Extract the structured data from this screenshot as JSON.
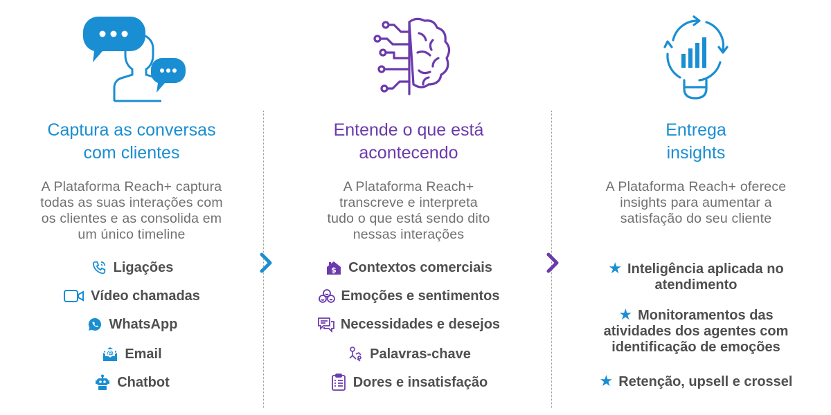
{
  "columns": [
    {
      "title_line1": "Captura as conversas",
      "title_line2": "com clientes",
      "desc": [
        "A Plataforma Reach+ captura",
        "todas as suas interações com",
        "os clientes e as consolida em",
        "um único timeline"
      ],
      "items": [
        {
          "label": "Ligações",
          "icon": "phone-icon"
        },
        {
          "label": "Vídeo chamadas",
          "icon": "video-camera-icon"
        },
        {
          "label": "WhatsApp",
          "icon": "whatsapp-icon"
        },
        {
          "label": "Email",
          "icon": "email-icon"
        },
        {
          "label": "Chatbot",
          "icon": "robot-icon"
        }
      ]
    },
    {
      "title_line1": "Entende o que está",
      "title_line2": "acontecendo",
      "desc": [
        "A Plataforma Reach+",
        "transcreve e interpreta",
        "tudo o que está sendo dito",
        "nessas interações"
      ],
      "items": [
        {
          "label": "Contextos comerciais",
          "icon": "money-house-icon"
        },
        {
          "label": "Emoções e sentimentos",
          "icon": "emotions-icon"
        },
        {
          "label": "Necessidades e desejos",
          "icon": "chat-bubbles-icon"
        },
        {
          "label": "Palavras-chave",
          "icon": "keyword-icon"
        },
        {
          "label": "Dores e insatisfação",
          "icon": "clipboard-icon"
        }
      ]
    },
    {
      "title_line1": "Entrega",
      "title_line2": "insights",
      "desc": [
        "A Plataforma Reach+ oferece",
        "insights para aumentar a",
        "satisfação do seu cliente"
      ],
      "insights": [
        [
          "Inteligência aplicada no",
          "atendimento"
        ],
        [
          "Monitoramentos das",
          "atividades dos agentes com",
          "identificação de emoções"
        ],
        [
          "Retenção, upsell e crossel"
        ]
      ]
    }
  ],
  "colors": {
    "blue": "#1a8ed2",
    "purple": "#6b3aac",
    "text": "#4f4f4f",
    "muted": "#707070"
  },
  "hero_icons": [
    "chat-people-icon",
    "brain-circuit-icon",
    "insights-bulb-icon"
  ]
}
